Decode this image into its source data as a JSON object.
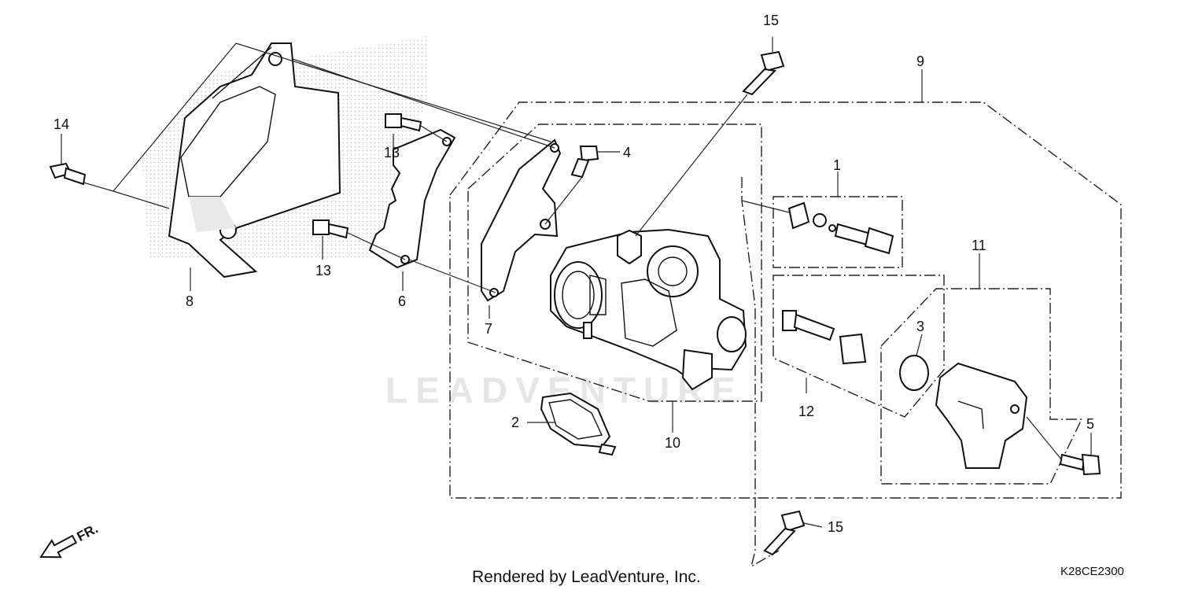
{
  "diagram": {
    "callouts": {
      "c1": "1",
      "c2": "2",
      "c3": "3",
      "c4": "4",
      "c5": "5",
      "c6": "6",
      "c7": "7",
      "c8": "8",
      "c9": "9",
      "c10": "10",
      "c11": "11",
      "c12": "12",
      "c13a": "13",
      "c13b": "13",
      "c14": "14",
      "c15a": "15",
      "c15b": "15"
    },
    "direction_label": "FR.",
    "watermark": "LEADVENTURE",
    "footer_text": "Rendered by LeadVenture, Inc.",
    "diagram_code": "K28CE2300"
  }
}
